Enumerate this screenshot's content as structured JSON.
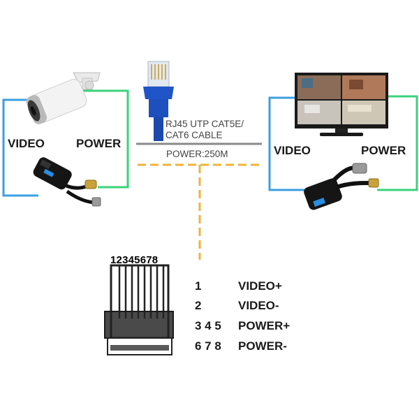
{
  "left": {
    "video_label": "VIDEO",
    "power_label": "POWER"
  },
  "right": {
    "video_label": "VIDEO",
    "power_label": "POWER"
  },
  "cable": {
    "line1": "RJ45 UTP CAT5E/",
    "line2": "CAT6 CABLE",
    "power": "POWER:250M"
  },
  "connector": {
    "pins_header": "12345678"
  },
  "pinout": [
    {
      "pins": "1",
      "function": "VIDEO+"
    },
    {
      "pins": "2",
      "function": "VIDEO-"
    },
    {
      "pins": "3 4 5",
      "function": "POWER+"
    },
    {
      "pins": "6 7 8",
      "function": "POWER-"
    }
  ],
  "colors": {
    "video_wire": "#3b9fe0",
    "power_wire": "#3ad37a",
    "dashed_line": "#f0b23a",
    "rj45_blue": "#1f55c8"
  },
  "icons": [
    "bullet-camera-icon",
    "rj45-plug-icon",
    "tv-monitor-icon",
    "video-balun-icon"
  ]
}
